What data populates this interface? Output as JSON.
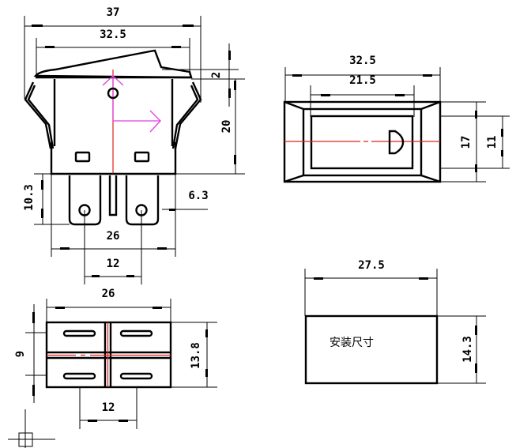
{
  "front_view": {
    "overall_width": "37",
    "flange_width": "32.5",
    "rocker_height": "2",
    "body_height": "20",
    "terminal_length": "10.3",
    "terminal_width": "6.3",
    "terminal_span": "26",
    "terminal_pitch": "12"
  },
  "top_view": {
    "outer_width": "32.5",
    "inner_width": "21.5",
    "outer_height": "17",
    "inner_height": "11"
  },
  "bottom_view": {
    "width": "26",
    "height": "13.8",
    "row_pitch": "9",
    "column_pitch": "12"
  },
  "cutout": {
    "width": "27.5",
    "height": "14.3",
    "label": "安装尺寸"
  },
  "colors": {
    "centerline": "#e0201c",
    "axis_marker": "#e040e0"
  }
}
